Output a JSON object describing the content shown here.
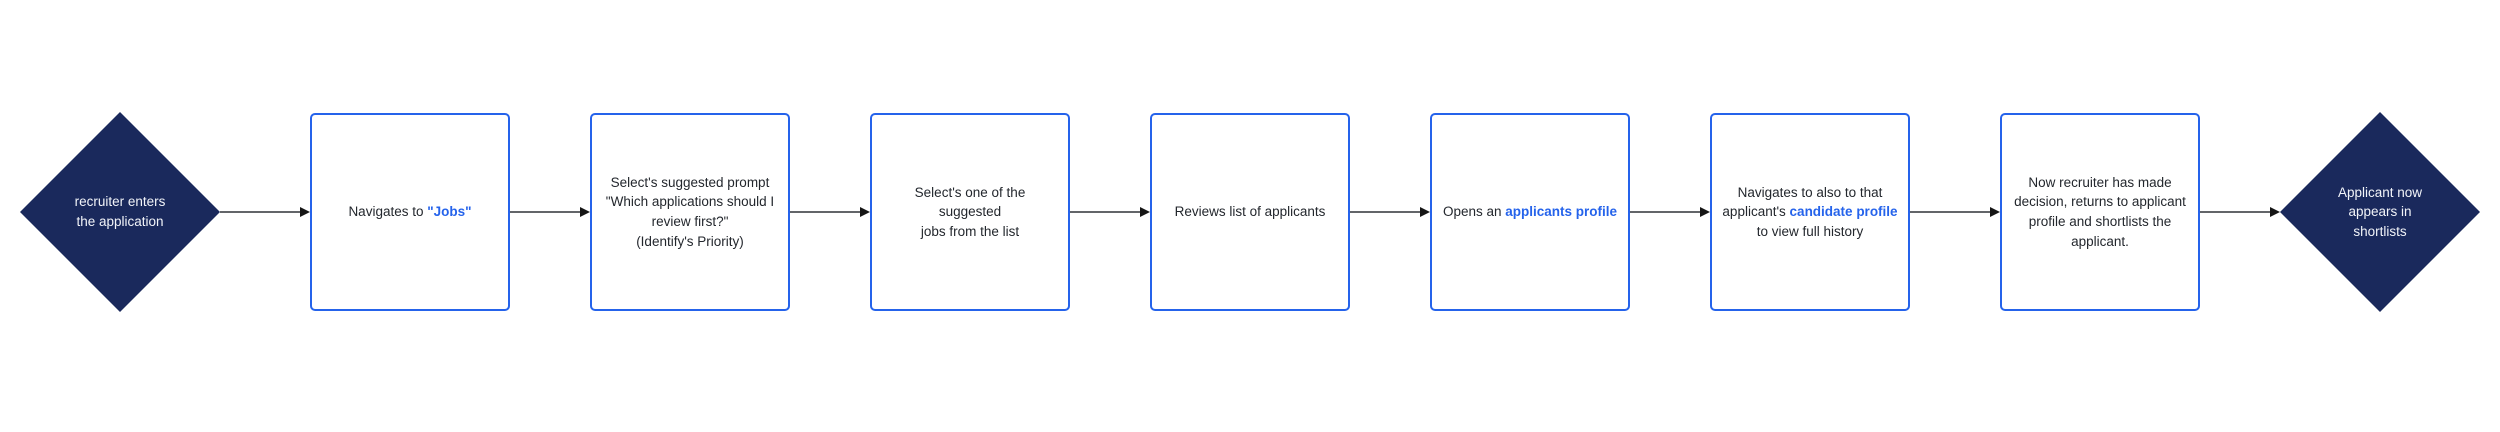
{
  "flow": {
    "colors": {
      "diamond_fill": "#1a295c",
      "diamond_text": "#f2f4f9",
      "box_border": "#2563eb",
      "box_text": "#23272d",
      "highlight_text": "#2563eb",
      "arrow_line": "#636569",
      "arrow_head": "#161616"
    },
    "nodes": [
      {
        "type": "diamond",
        "role": "start",
        "lines": [
          "recruiter enters",
          "the application"
        ]
      },
      {
        "type": "box",
        "before": "Navigates to ",
        "highlight": "\"Jobs\""
      },
      {
        "type": "box",
        "lines": [
          "Select's suggested prompt",
          "\"Which applications should I",
          "review first?\"",
          "(Identify's Priority)"
        ]
      },
      {
        "type": "box",
        "lines": [
          "Select's one of the suggested",
          "jobs from the list"
        ]
      },
      {
        "type": "box",
        "label": "Reviews list of applicants"
      },
      {
        "type": "box",
        "before": "Opens an ",
        "highlight": "applicants profile"
      },
      {
        "type": "box",
        "line1": "Navigates to also to that",
        "line2_before": "applicant's ",
        "line2_highlight": "candidate profile",
        "line3": "to view full history"
      },
      {
        "type": "box",
        "lines": [
          "Now recruiter has made",
          "decision, returns to applicant",
          "profile and shortlists the",
          "applicant."
        ]
      },
      {
        "type": "diamond",
        "role": "end",
        "lines": [
          "Applicant now",
          "appears in",
          "shortlists"
        ]
      }
    ]
  }
}
